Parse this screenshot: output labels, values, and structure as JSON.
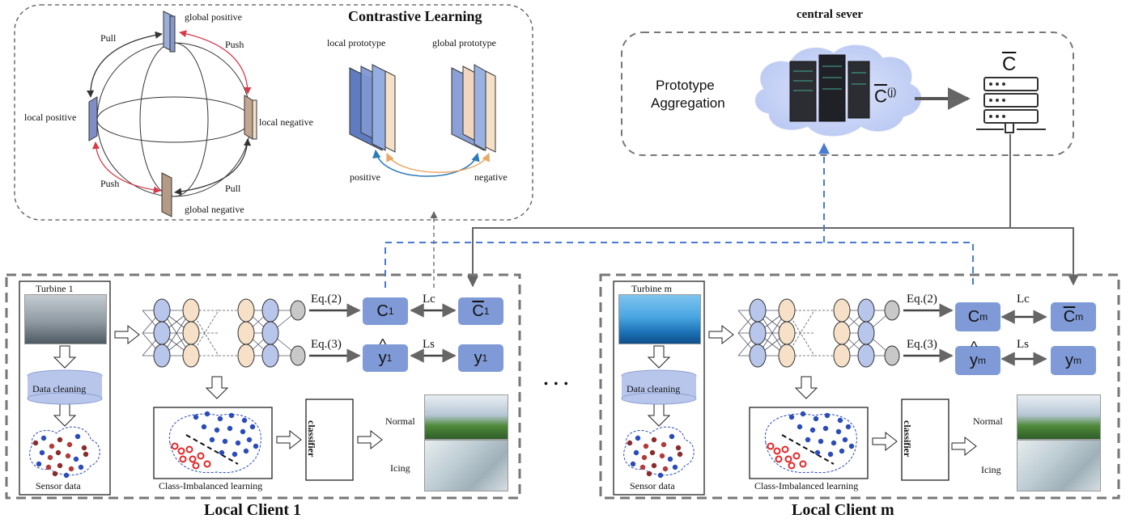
{
  "contrastive": {
    "title": "Contrastive Learning",
    "global_positive": "global positive",
    "global_negative": "global negative",
    "local_positive": "local positive",
    "local_negative": "local negative",
    "pull_top": "Pull",
    "push_top": "Push",
    "push_bottom": "Push",
    "pull_bottom": "Pull",
    "local_prototype": "local prototype",
    "global_prototype": "global prototype",
    "positive": "positive",
    "negative": "negative"
  },
  "server": {
    "title": "central sever",
    "aggregation_line1": "Prototype",
    "aggregation_line2": "Aggregation",
    "c_j": "C",
    "c_j_sup": "(j)",
    "c_bar": "C"
  },
  "client1": {
    "footer": "Local Client 1",
    "turbine": "Turbine 1",
    "data_cleaning": "Data cleaning",
    "sensor_data": "Sensor data",
    "class_imbalanced": "Class-Imbalanced learning",
    "classifier": "classifier",
    "normal": "Normal",
    "icing": "Icing",
    "eq2": "Eq.(2)",
    "eq3": "Eq.(3)",
    "lc": "Lc",
    "ls": "Ls",
    "c": "C",
    "c_sub": "1",
    "cbar": "C",
    "cbar_sub": "1",
    "yhat": "y",
    "yhat_sub": "1",
    "y": "y",
    "y_sub": "1"
  },
  "clientm": {
    "footer": "Local Client m",
    "turbine": "Turbine m",
    "data_cleaning": "Data cleaning",
    "sensor_data": "Sensor data",
    "class_imbalanced": "Class-Imbalanced learning",
    "classifier": "classifier",
    "normal": "Normal",
    "icing": "Icing",
    "eq2": "Eq.(2)",
    "eq3": "Eq.(3)",
    "lc": "Lc",
    "ls": "Ls",
    "c": "C",
    "c_sub": "m",
    "cbar": "C",
    "cbar_sub": "m",
    "yhat": "y",
    "yhat_sub": "m",
    "y": "y",
    "y_sub": "m"
  },
  "ellipsis": "• • •",
  "colors": {
    "blue_box": "#7f9ad6",
    "dash_blue": "#4a7bd0",
    "push_red": "#d83a4a",
    "gray_line": "#666666"
  }
}
